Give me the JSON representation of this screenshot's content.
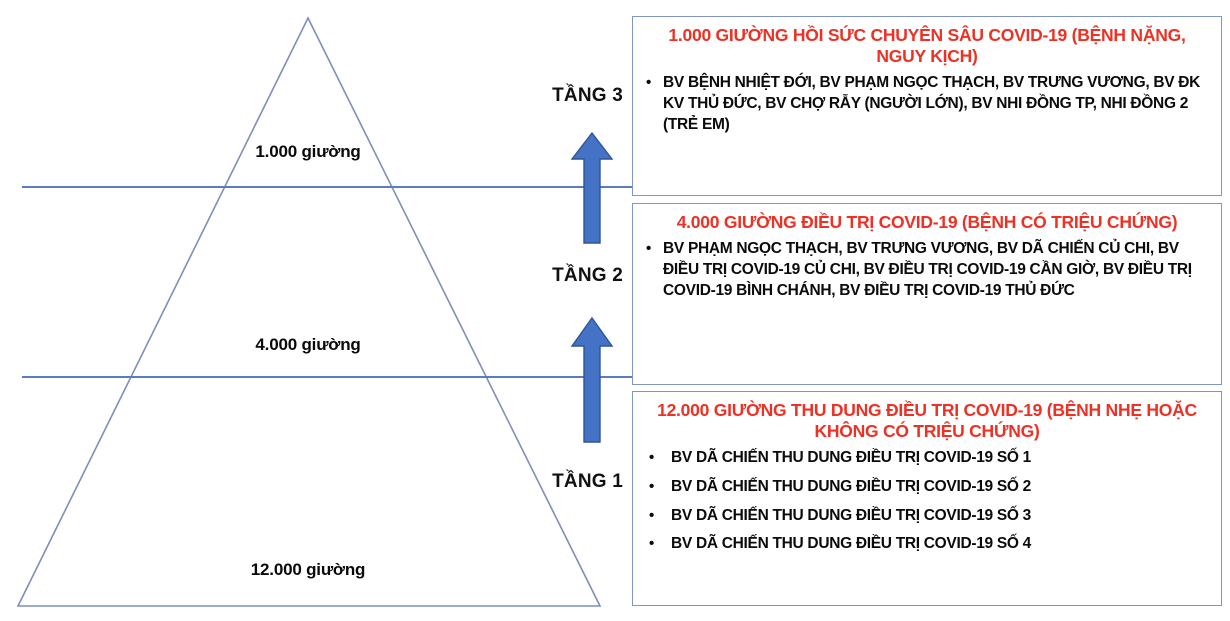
{
  "colors": {
    "pyramid_stroke": "#7d8fb8",
    "divider_line": "#5a7cc0",
    "arrow_fill": "#4472c4",
    "arrow_stroke": "#2f5597",
    "box_border": "#8096c4",
    "title_red": "#ed3124",
    "body_text": "#0b0b0b",
    "background": "#ffffff"
  },
  "pyramid": {
    "tier_labels": [
      {
        "id": "tier3",
        "text": "1.000 giường"
      },
      {
        "id": "tier2",
        "text": "4.000 giường"
      },
      {
        "id": "tier1",
        "text": "12.000 giường"
      }
    ]
  },
  "tiers": [
    {
      "id": "tier3",
      "tang_label": "TẦNG 3",
      "title": "1.000 GIƯỜNG HỒI SỨC CHUYÊN SÂU COVID-19 (BỆNH NẶNG, NGUY KỊCH)",
      "bullets": [
        "BV BỆNH NHIỆT ĐỚI, BV PHẠM NGỌC THẠCH, BV TRƯNG VƯƠNG, BV ĐK KV THỦ ĐỨC, BV CHỢ RẪY (NGƯỜI LỚN), BV NHI ĐỒNG TP, NHI ĐỒNG 2 (TRẺ EM)"
      ]
    },
    {
      "id": "tier2",
      "tang_label": "TẦNG 2",
      "title": "4.000 GIƯỜNG ĐIỀU TRỊ COVID-19 (BỆNH CÓ TRIỆU CHỨNG)",
      "bullets": [
        "BV PHẠM NGỌC THẠCH, BV TRƯNG VƯƠNG, BV DÃ CHIẾN CỦ CHI, BV ĐIỀU TRỊ COVID-19 CỦ CHI, BV ĐIỀU TRỊ COVID-19 CẦN GIỜ, BV ĐIỀU TRỊ COVID-19 BÌNH CHÁNH, BV ĐIỀU TRỊ COVID-19 THỦ ĐỨC"
      ]
    },
    {
      "id": "tier1",
      "tang_label": "TẦNG 1",
      "title": "12.000 GIƯỜNG THU DUNG ĐIỀU TRỊ COVID-19 (BỆNH NHẸ HOẶC KHÔNG CÓ TRIỆU CHỨNG)",
      "bullets": [
        "BV DÃ CHIẾN THU DUNG ĐIỀU TRỊ COVID-19 SỐ 1",
        "BV DÃ CHIẾN THU DUNG ĐIỀU TRỊ COVID-19 SỐ 2",
        "BV DÃ CHIẾN THU DUNG ĐIỀU TRỊ COVID-19 SỐ 3",
        "BV DÃ CHIẾN THU DUNG ĐIỀU TRỊ COVID-19 SỐ 4"
      ]
    }
  ],
  "bullet_glyph": "•",
  "arrows": [
    {
      "id": "arrow-tier2-to-tier3",
      "direction": "up"
    },
    {
      "id": "arrow-tier1-to-tier2",
      "direction": "up"
    }
  ]
}
